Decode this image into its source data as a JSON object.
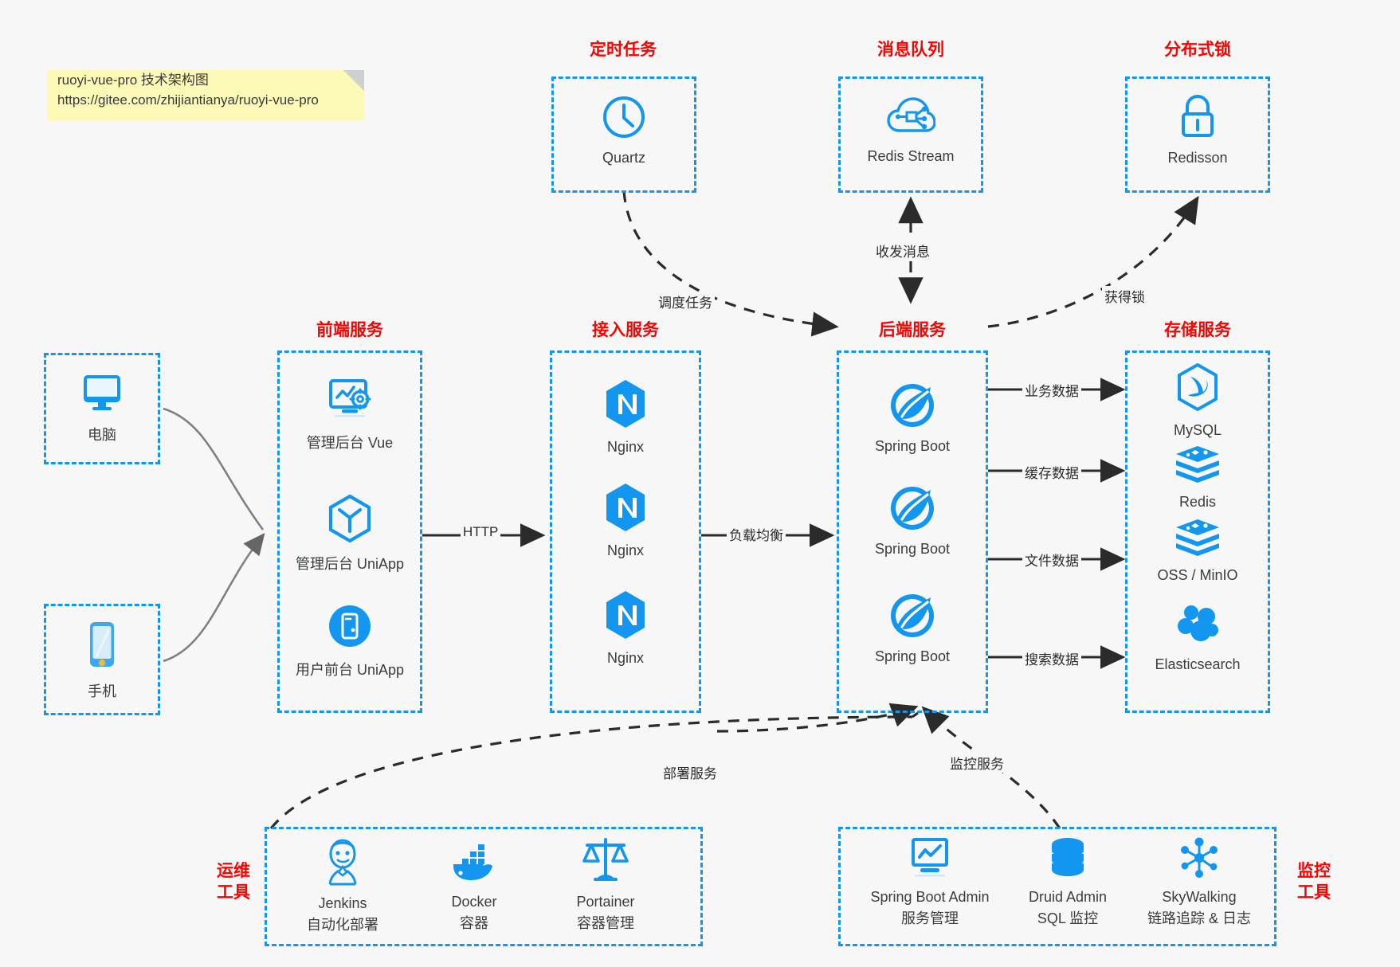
{
  "note": {
    "line1": "ruoyi-vue-pro 技术架构图",
    "line2": "https://gitee.com/zhijiantianya/ruoyi-vue-pro"
  },
  "colors": {
    "accent_blue": "#1296f0",
    "title_red": "#ff0000",
    "note_yellow": "#fdf9b7",
    "text_dark": "#3c3c3c",
    "background": "#f7f7f7"
  },
  "groups": {
    "scheduled_task": {
      "title": "定时任务"
    },
    "message_queue": {
      "title": "消息队列"
    },
    "distributed_lock": {
      "title": "分布式锁"
    },
    "frontend": {
      "title": "前端服务"
    },
    "gateway": {
      "title": "接入服务"
    },
    "backend": {
      "title": "后端服务"
    },
    "storage": {
      "title": "存储服务"
    },
    "devops": {
      "title": "运维\n工具",
      "line1": "运维",
      "line2": "工具"
    },
    "monitor": {
      "title": "监控\n工具",
      "line1": "监控",
      "line2": "工具"
    }
  },
  "nodes": {
    "quartz": {
      "label": "Quartz",
      "icon": "clock-icon"
    },
    "redis_stream": {
      "label": "Redis Stream",
      "icon": "cloud-network-icon"
    },
    "redisson": {
      "label": "Redisson",
      "icon": "lock-icon"
    },
    "computer": {
      "label": "电脑",
      "icon": "monitor-icon"
    },
    "phone": {
      "label": "手机",
      "icon": "smartphone-icon"
    },
    "admin_vue": {
      "label": "管理后台 Vue",
      "icon": "dashboard-gear-icon"
    },
    "admin_uniapp": {
      "label": "管理后台 UniApp",
      "icon": "hexagon-cube-icon"
    },
    "user_uniapp": {
      "label": "用户前台 UniApp",
      "icon": "mobile-circle-icon"
    },
    "nginx1": {
      "label": "Nginx",
      "icon": "nginx-icon"
    },
    "nginx2": {
      "label": "Nginx",
      "icon": "nginx-icon"
    },
    "nginx3": {
      "label": "Nginx",
      "icon": "nginx-icon"
    },
    "springboot1": {
      "label": "Spring Boot",
      "icon": "spring-leaf-icon"
    },
    "springboot2": {
      "label": "Spring Boot",
      "icon": "spring-leaf-icon"
    },
    "springboot3": {
      "label": "Spring Boot",
      "icon": "spring-leaf-icon"
    },
    "mysql": {
      "label": "MySQL",
      "icon": "mysql-dolphin-icon"
    },
    "redis": {
      "label": "Redis",
      "icon": "redis-stack-icon"
    },
    "oss_minio": {
      "label": "OSS / MinIO",
      "icon": "redis-stack-icon"
    },
    "elasticsearch": {
      "label": "Elasticsearch",
      "icon": "elasticsearch-cluster-icon"
    },
    "jenkins": {
      "label": "Jenkins",
      "sub": "自动化部署",
      "icon": "jenkins-butler-icon"
    },
    "docker": {
      "label": "Docker",
      "sub": "容器",
      "icon": "docker-whale-icon"
    },
    "portainer": {
      "label": "Portainer",
      "sub": "容器管理",
      "icon": "scales-icon"
    },
    "sba": {
      "label": "Spring Boot Admin",
      "sub": "服务管理",
      "icon": "monitor-chart-icon"
    },
    "druid": {
      "label": "Druid Admin",
      "sub": "SQL 监控",
      "icon": "database-icon"
    },
    "skywalking": {
      "label": "SkyWalking",
      "sub": "链路追踪 & 日志",
      "icon": "skywalking-node-icon"
    }
  },
  "edges": {
    "http": "HTTP",
    "load_balance": "负载均衡",
    "schedule_task": "调度任务",
    "send_receive_message": "收发消息",
    "acquire_lock": "获得锁",
    "business_data": "业务数据",
    "cache_data": "缓存数据",
    "file_data": "文件数据",
    "search_data": "搜索数据",
    "deploy_service": "部署服务",
    "monitor_service": "监控服务"
  }
}
